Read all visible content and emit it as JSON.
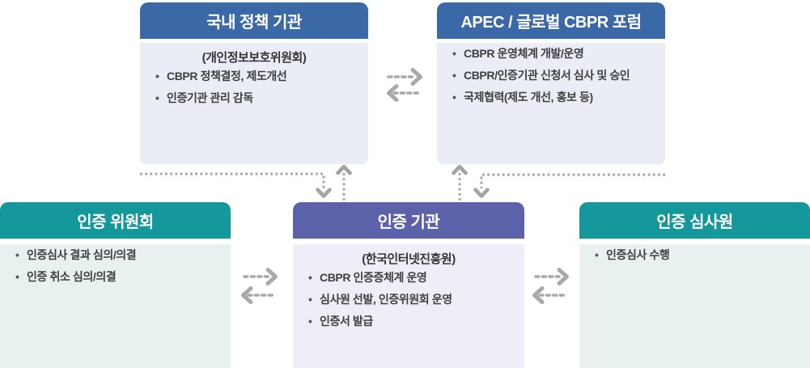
{
  "diagram": {
    "title_note": "CBPR governance structure diagram",
    "boxes": {
      "domestic_policy": {
        "title": "국내 정책 기관",
        "subtitle": "(개인정보보호위원회)",
        "bullets": [
          "CBPR 정책결정, 제도개선",
          "인증기관 관리 감독"
        ]
      },
      "apec_forum": {
        "title": "APEC / 글로벌 CBPR 포럼",
        "bullets": [
          "CBPR 운영체계 개발/운영",
          "CBPR/인증기관 신청서 심사 및 승인",
          "국제협력(제도 개선, 홍보 등)"
        ]
      },
      "cert_committee": {
        "title": "인증 위원회",
        "bullets": [
          "인증심사 결과 심의/의결",
          "인증 취소 심의/의결"
        ]
      },
      "cert_body": {
        "title": "인증 기관",
        "subtitle": "(한국인터넷진흥원)",
        "bullets": [
          "CBPR 인증증체계 운영",
          "심사원 선발, 인증위원회 운영",
          "인증서 발급"
        ]
      },
      "cert_examiner": {
        "title": "인증 심사원",
        "bullets": [
          "인증심사 수행"
        ]
      }
    },
    "connections": [
      {
        "from": "domestic_policy",
        "to": "apec_forum",
        "style": "dashed-double-arrow"
      },
      {
        "from": "domestic_policy",
        "to": "cert_body",
        "style": "dotted-elbow-double-arrow"
      },
      {
        "from": "apec_forum",
        "to": "cert_body",
        "style": "dotted-elbow-double-arrow"
      },
      {
        "from": "cert_committee",
        "to": "cert_body",
        "style": "dashed-double-arrow"
      },
      {
        "from": "cert_body",
        "to": "cert_examiner",
        "style": "dashed-double-arrow"
      }
    ],
    "colors": {
      "header_blue": "#3B68A6",
      "header_purple": "#5B62A9",
      "header_teal": "#14989B",
      "body_blue": "#EAEDF5",
      "body_purple": "#EEEEF8",
      "body_teal": "#E8F1F0",
      "arrow_gray": "#A7A9AC",
      "header_text": "#FFFFFF",
      "body_text": "#3F3F42"
    }
  }
}
